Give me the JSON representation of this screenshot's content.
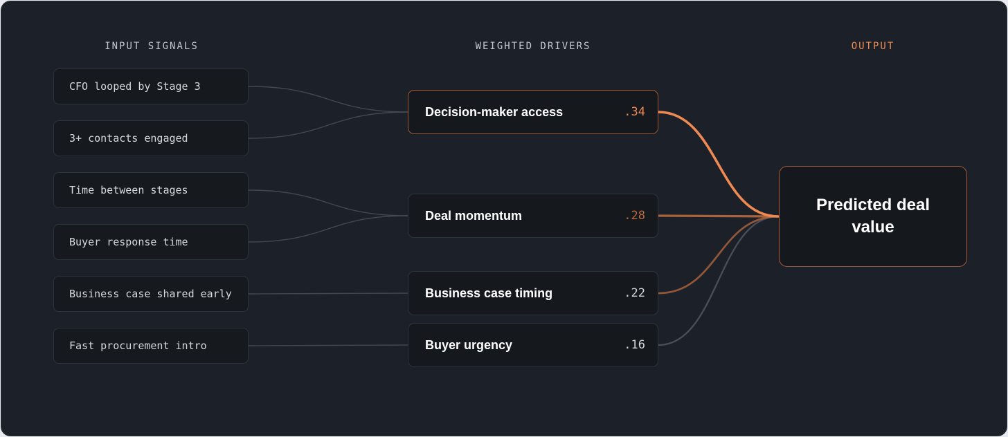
{
  "columns": {
    "inputs": "INPUT SIGNALS",
    "drivers": "WEIGHTED DRIVERS",
    "output": "OUTPUT"
  },
  "signals": [
    "CFO looped by Stage 3",
    "3+ contacts engaged",
    "Time between stages",
    "Buyer response time",
    "Business case shared early",
    "Fast procurement intro"
  ],
  "drivers": [
    {
      "name": "Decision-maker access",
      "weight": ".34"
    },
    {
      "name": "Deal momentum",
      "weight": ".28"
    },
    {
      "name": "Business case timing",
      "weight": ".22"
    },
    {
      "name": "Buyer urgency",
      "weight": ".16"
    }
  ],
  "output": {
    "label": "Predicted deal value"
  },
  "links": {
    "signal_to_driver": [
      0,
      0,
      1,
      1,
      2,
      3
    ],
    "driver_weights": [
      0.34,
      0.28,
      0.22,
      0.16
    ]
  },
  "colors": {
    "background": "#1c2028",
    "accent": "#ef8a52",
    "accent_muted": "#b9693e",
    "neutral_link": "#4a4f57",
    "box_fill": "#16191e"
  }
}
